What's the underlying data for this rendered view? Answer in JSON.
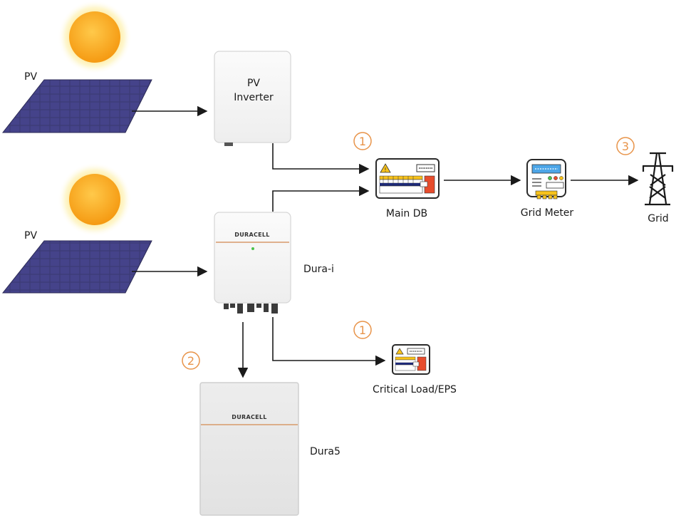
{
  "labels": {
    "pv_top": "PV",
    "pv_bottom": "PV",
    "pv_inverter_line1": "PV",
    "pv_inverter_line2": "Inverter",
    "main_db": "Main DB",
    "grid_meter": "Grid Meter",
    "grid": "Grid",
    "dura_i": "Dura-i",
    "critical_load": "Critical Load/EPS",
    "dura5": "Dura5"
  },
  "brand": {
    "inverter_logo": "DURACELL",
    "battery_logo": "DURACELL"
  },
  "badges": {
    "main_db": "1",
    "critical_load": "1",
    "battery": "2",
    "grid": "3"
  },
  "colors": {
    "badge": "#e8944a",
    "accent_line": "#d79a6a",
    "arrow": "#1a1a1a",
    "sun": "#f7a416",
    "panel": "#3a3870",
    "breaker_red": "#e74c2c",
    "led_green": "#4cc24c"
  },
  "icons": [
    "sun-icon",
    "solar-panel-icon",
    "distribution-board-icon",
    "electricity-meter-icon",
    "transmission-tower-icon",
    "warning-icon"
  ]
}
